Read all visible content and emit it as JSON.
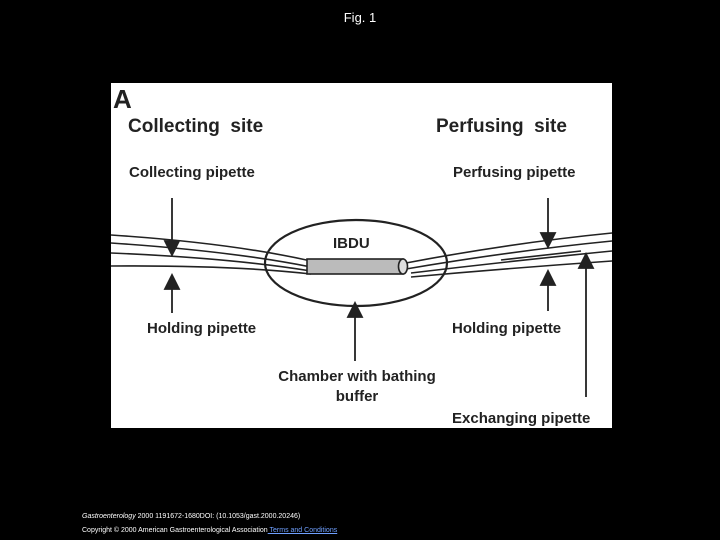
{
  "page": {
    "title": "Fig. 1"
  },
  "figure": {
    "panel_letter": "A",
    "collecting_site": "Collecting  site",
    "perfusing_site": "Perfusing  site",
    "collecting_pipette": "Collecting pipette",
    "perfusing_pipette": "Perfusing pipette",
    "ibdu": "IBDU",
    "holding_pipette_left": "Holding pipette",
    "holding_pipette_right": "Holding pipette",
    "chamber_line1": "Chamber with bathing",
    "chamber_line2": "buffer",
    "exchanging_pipette": "Exchanging pipette"
  },
  "footer": {
    "journal": "Gastroenterology",
    "citation": " 2000 1191672-1680DOI: (10.1053/gast.2000.20246)",
    "copyright": "Copyright © 2000 American Gastroenterological Association",
    "terms_link": " Terms and Conditions"
  }
}
